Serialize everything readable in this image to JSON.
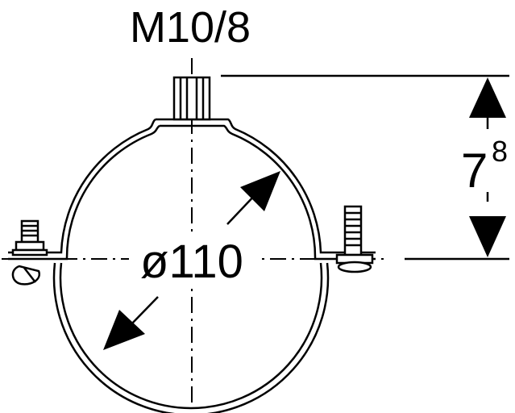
{
  "labels": {
    "thread": "M10/8",
    "diameter": "ø110",
    "height_main": "7",
    "height_sup": "8"
  },
  "colors": {
    "line": "#000000",
    "background": "#ffffff"
  }
}
